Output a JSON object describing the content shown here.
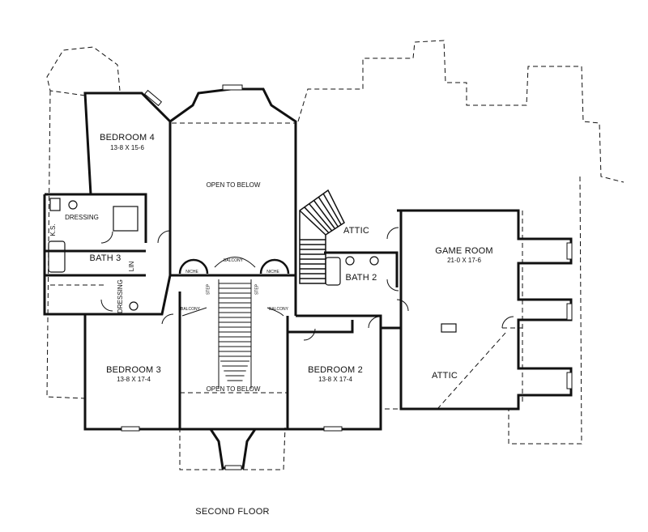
{
  "plan": {
    "rooms": {
      "bedroom4": {
        "name": "BEDROOM 4",
        "dims": "13-8 X 15-6"
      },
      "bedroom3": {
        "name": "BEDROOM 3",
        "dims": "13-8 X 17-4"
      },
      "bedroom2": {
        "name": "BEDROOM 2",
        "dims": "13-8 X 17-4"
      },
      "game_room": {
        "name": "GAME ROOM",
        "dims": "21-0 X 17-6"
      },
      "bath3": {
        "name": "BATH 3"
      },
      "bath2": {
        "name": "BATH 2"
      },
      "dressing_upper": {
        "name": "DRESSING"
      },
      "dressing_lower": {
        "name": "DRESSING"
      },
      "attic_upper": {
        "name": "ATTIC"
      },
      "attic_lower": {
        "name": "ATTIC"
      },
      "open_upper": {
        "name": "OPEN TO BELOW"
      },
      "open_lower": {
        "name": "OPEN TO BELOW"
      }
    },
    "small_labels": {
      "ks": "K.S.",
      "lin": "LIN",
      "balcony_top": "BALCONY",
      "balcony_left": "BALCONY",
      "balcony_right": "BALCONY",
      "niche_left": "NICHE",
      "niche_right": "NICHE",
      "step_left": "STEP",
      "step_right": "STEP"
    },
    "caption": "SECOND FLOOR",
    "line_color": "#111111"
  }
}
